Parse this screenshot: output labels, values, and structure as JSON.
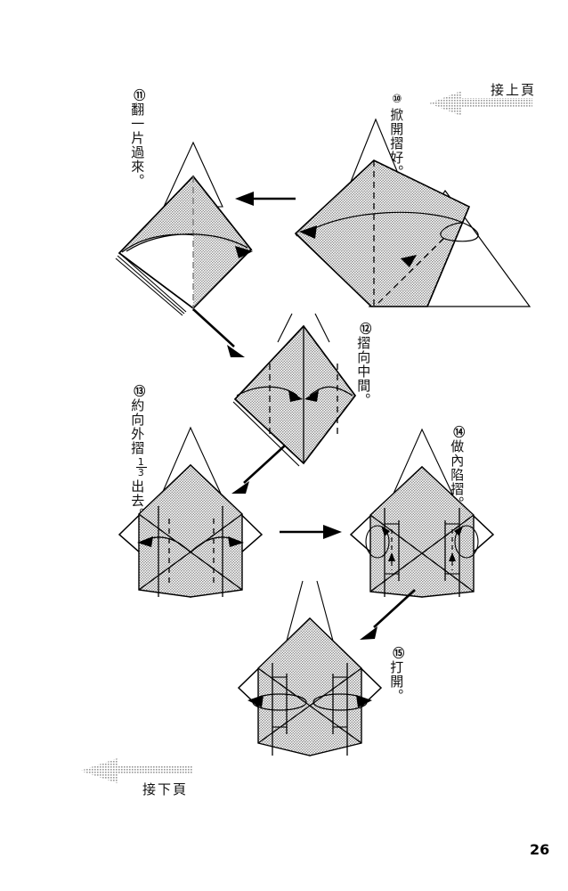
{
  "page": {
    "number": "26",
    "paper_fill": "#c9c9c9",
    "line_color": "#000000",
    "background": "#ffffff",
    "gray_arrow_color": "#a8a8a8"
  },
  "continuation": {
    "top": {
      "label": "接上頁",
      "arrow_icon": "left-arrow-gray",
      "direction": "left"
    },
    "bottom": {
      "label": "接下頁",
      "arrow_icon": "left-arrow-gray",
      "direction": "left"
    }
  },
  "steps": [
    {
      "id": "step-10",
      "number": "⑩",
      "text": "掀開摺好。",
      "caption": "⑩掀開摺好。"
    },
    {
      "id": "step-11",
      "number": "⑪",
      "text": "翻一片過來。",
      "caption": "⑪翻一片過來。"
    },
    {
      "id": "step-12",
      "number": "⑫",
      "text": "摺向中間。",
      "caption": "⑫摺向中間。"
    },
    {
      "id": "step-13",
      "number": "⑬",
      "text_before": "約向外摺",
      "fraction_numerator": "1",
      "fraction_denominator": "3",
      "text_after": "出去。",
      "caption": "⑬約向外摺 1/3 出去。"
    },
    {
      "id": "step-14",
      "number": "⑭",
      "text": "做內陷摺。",
      "caption": "⑭做內陷摺。"
    },
    {
      "id": "step-15",
      "number": "⑮",
      "text": "打開。",
      "caption": "⑮打開。"
    }
  ],
  "flow_arrows": [
    {
      "id": "arrow-10-to-11",
      "direction": "left",
      "style": "solid-black"
    },
    {
      "id": "arrow-11-to-12",
      "direction": "down-right",
      "style": "solid-black"
    },
    {
      "id": "arrow-12-to-13",
      "direction": "down-left",
      "style": "solid-black"
    },
    {
      "id": "arrow-13-to-14",
      "direction": "right",
      "style": "solid-black"
    },
    {
      "id": "arrow-14-to-15",
      "direction": "down-left",
      "style": "solid-black"
    }
  ]
}
